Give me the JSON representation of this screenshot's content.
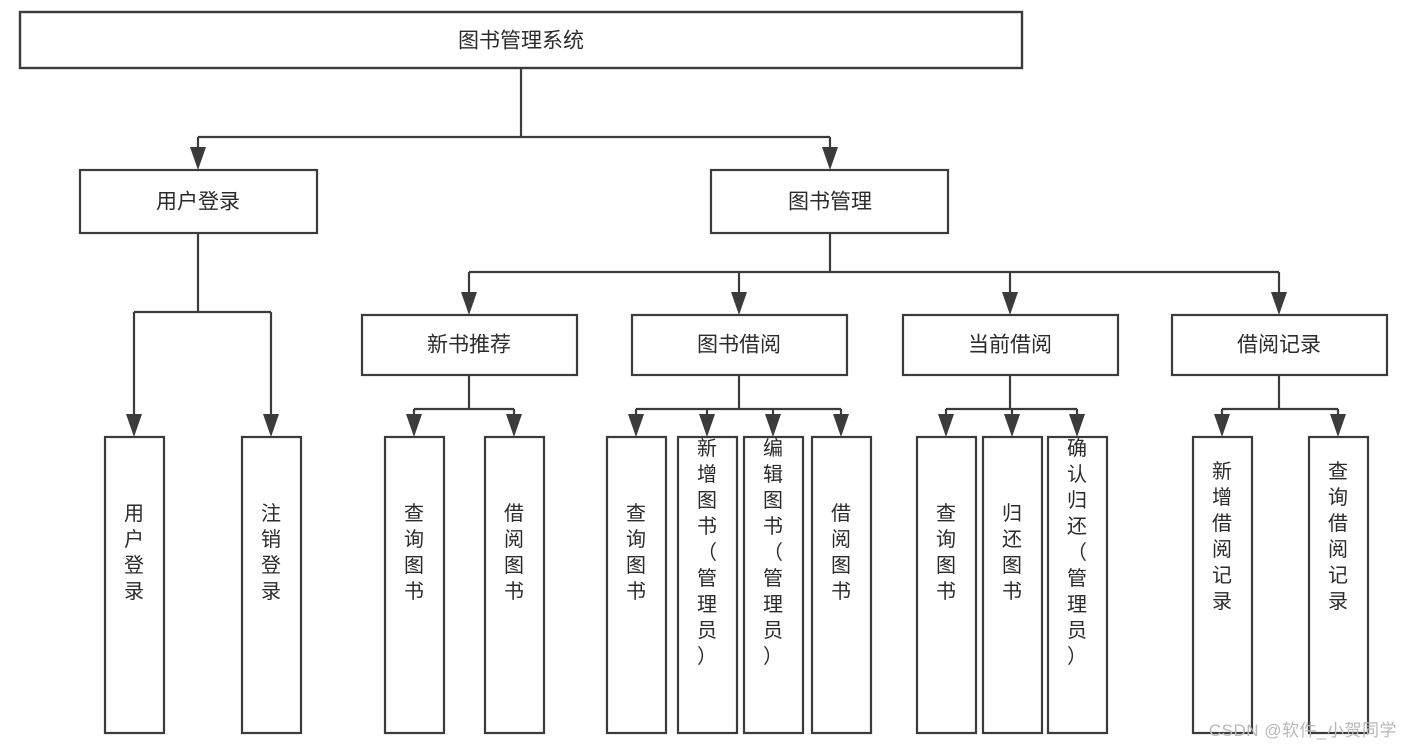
{
  "diagram": {
    "type": "tree",
    "title": "图书管理系统",
    "watermark": "CSDN @软件_小贺同学",
    "colors": {
      "stroke": "#3b3b3b",
      "fill": "#ffffff",
      "text": "#2b2b2b",
      "watermark": "#b9b9b9",
      "background": "#ffffff"
    },
    "levels": {
      "root": "图书管理系统",
      "level2": [
        "用户登录",
        "图书管理"
      ],
      "level3": [
        "新书推荐",
        "图书借阅",
        "当前借阅",
        "借阅记录"
      ],
      "leaves": [
        "用户登录",
        "注销登录",
        "查询图书",
        "借阅图书",
        "查询图书",
        "新增图书（管理员）",
        "编辑图书（管理员）",
        "借阅图书",
        "查询图书",
        "归还图书",
        "确认归还（管理员）",
        "新增借阅记录",
        "查询借阅记录"
      ]
    },
    "nodes": {
      "root": {
        "label": "图书管理系统"
      },
      "user_login": {
        "label": "用户登录"
      },
      "book_mgmt": {
        "label": "图书管理"
      },
      "new_book_rec": {
        "label": "新书推荐"
      },
      "book_borrow": {
        "label": "图书借阅"
      },
      "current_borrow": {
        "label": "当前借阅"
      },
      "borrow_record": {
        "label": "借阅记录"
      },
      "leaf_user_login": {
        "label": "用户登录"
      },
      "leaf_logout": {
        "label": "注销登录"
      },
      "leaf_query_book_a": {
        "label": "查询图书"
      },
      "leaf_borrow_book_a": {
        "label": "借阅图书"
      },
      "leaf_query_book_b": {
        "label": "查询图书"
      },
      "leaf_add_book": {
        "label": "新增图书（管理员）"
      },
      "leaf_edit_book": {
        "label": "编辑图书（管理员）"
      },
      "leaf_borrow_book_b": {
        "label": "借阅图书"
      },
      "leaf_query_book_c": {
        "label": "查询图书"
      },
      "leaf_return_book": {
        "label": "归还图书"
      },
      "leaf_confirm_return": {
        "label": "确认归还（管理员）"
      },
      "leaf_add_record": {
        "label": "新增借阅记录"
      },
      "leaf_query_record": {
        "label": "查询借阅记录"
      }
    }
  }
}
